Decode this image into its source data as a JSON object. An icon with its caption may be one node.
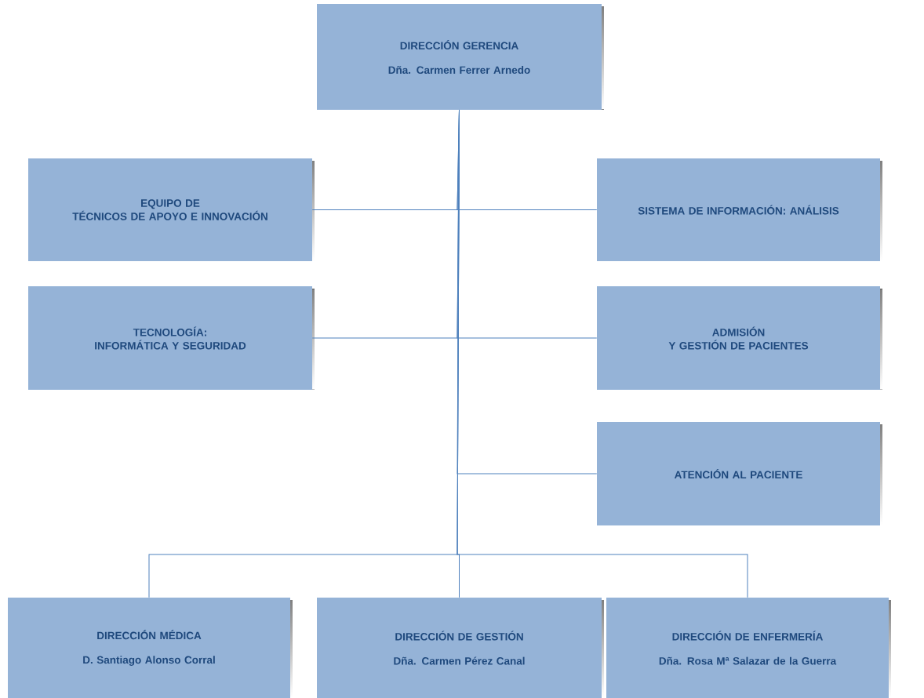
{
  "diagram": {
    "nodes": [
      {
        "text": [
          "DIRECCIÓN GERENCIA",
          "Dña. Carmen Ferrer Arnedo"
        ]
      },
      {
        "text": [
          "EQUIPO DE TÉCNICOS DE APOYO E INNOVACIÓN"
        ]
      },
      {
        "text": [
          "SISTEMA DE INFORMACIÓN: ANÁLISIS"
        ]
      },
      {
        "text": [
          "TECNOLOGÍA: INFORMÁTICA Y SEGURIDAD"
        ]
      },
      {
        "text": [
          "ADMISIÓN Y GESTIÓN DE PACIENTES"
        ]
      },
      {
        "text": [
          "ATENCIÓN AL PACIENTE"
        ]
      },
      {
        "text": [
          "DIRECCIÓN MÉDICA",
          "D. Santiago Alonso Corral"
        ]
      },
      {
        "text": [
          "DIRECCIÓN DE GESTIÓN",
          "Dña. Carmen Pérez Canal"
        ]
      },
      {
        "text": [
          "DIRECCIÓN DE ENFERMERÍA",
          "Dña. Rosa Mª Salazar de la Guerra"
        ]
      }
    ],
    "edges": [
      {
        "from": 0,
        "to": 1,
        "arrow": "none"
      },
      {
        "from": 0,
        "to": 2,
        "arrow": "none"
      },
      {
        "from": 0,
        "to": 3,
        "arrow": "none"
      },
      {
        "from": 0,
        "to": 4,
        "arrow": "none"
      },
      {
        "from": 0,
        "to": 5,
        "arrow": "none"
      },
      {
        "from": 0,
        "to": 6,
        "arrow": "none"
      },
      {
        "from": 0,
        "to": 7,
        "arrow": "none"
      },
      {
        "from": 0,
        "to": 8,
        "arrow": "none"
      }
    ]
  }
}
